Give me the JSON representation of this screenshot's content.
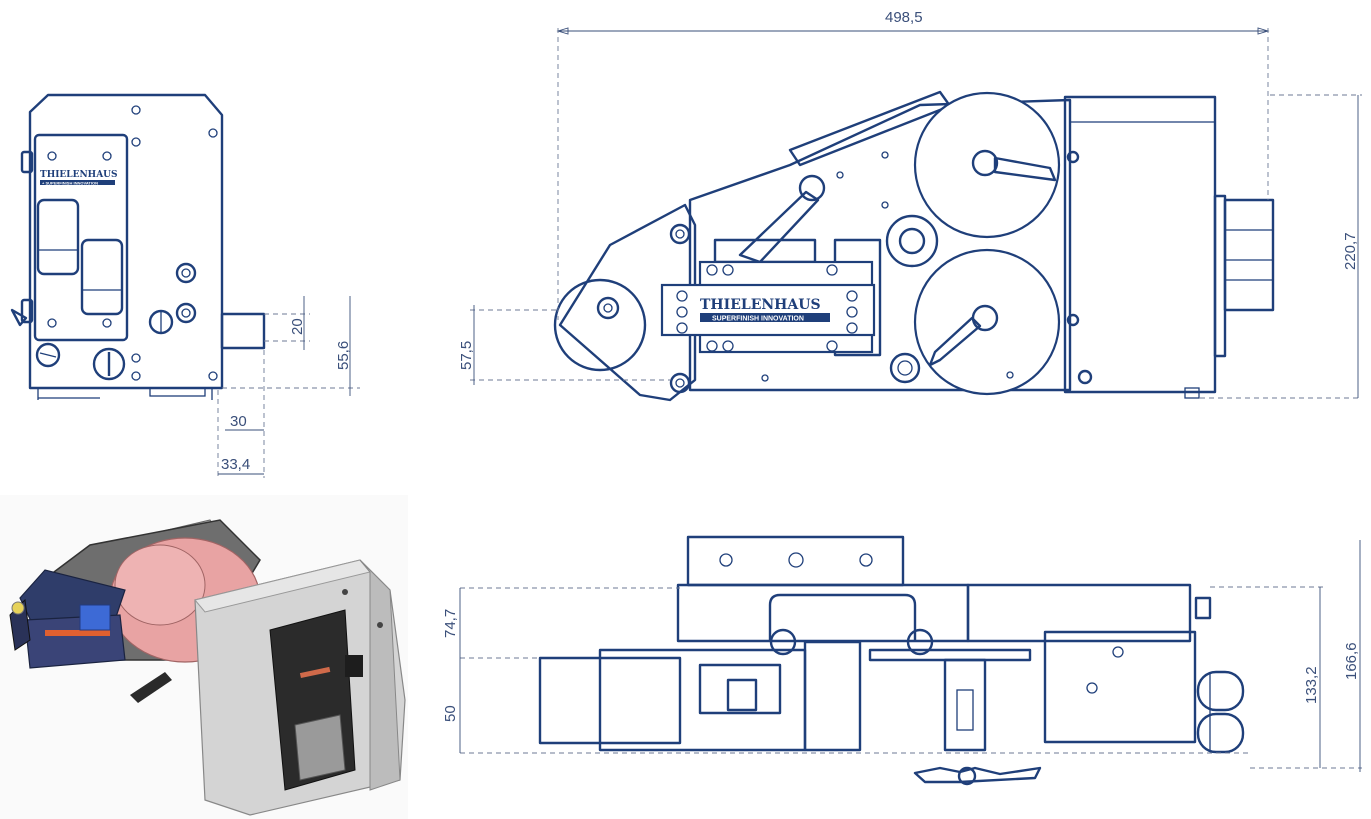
{
  "brand": {
    "name": "THIELENHAUS",
    "tagline": "SUPERFINISH INNOVATION",
    "tagline_caps": "+ SUPERFINISH INNOVATION"
  },
  "dimensions": {
    "overall_length": "498,5",
    "overall_height": "220,7",
    "roller_height": "57,5",
    "shaft_offset": "20",
    "shaft_height": "55,6",
    "shaft_length": "30",
    "shaft_total": "33,4",
    "top_offset": "74,7",
    "lower_offset": "50",
    "depth_inner": "133,2",
    "depth_total": "166,6"
  },
  "colors": {
    "line": "#1f3f7a",
    "dimension": "#3a4f7a",
    "band": "#e8a3a3",
    "housing": "#d4d4d4"
  }
}
